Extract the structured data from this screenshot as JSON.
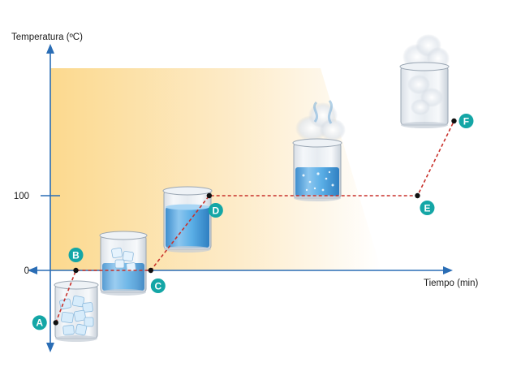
{
  "chart_data": {
    "type": "line",
    "xlabel": "Tiempo (min)",
    "ylabel": "Temperatura (ºC)",
    "y_ticks": [
      {
        "label": "0",
        "value": 0
      },
      {
        "label": "100",
        "value": 100
      }
    ],
    "points": [
      {
        "label": "A",
        "x": 0.0,
        "y": -70,
        "state": "hielo"
      },
      {
        "label": "B",
        "x": 0.55,
        "y": 0,
        "state": "hielo"
      },
      {
        "label": "C",
        "x": 2.6,
        "y": 0,
        "state": "hielo y agua"
      },
      {
        "label": "D",
        "x": 4.2,
        "y": 100,
        "state": "agua"
      },
      {
        "label": "E",
        "x": 9.9,
        "y": 100,
        "state": "agua hirviendo"
      },
      {
        "label": "F",
        "x": 10.9,
        "y": 200,
        "state": "vapor"
      }
    ],
    "xlim": [
      -0.15,
      11.8
    ],
    "ylim": [
      -105,
      290
    ],
    "line_style": "dashed",
    "colors": {
      "line": "#c8312b",
      "axis": "#2a6db5",
      "badge": "#14a6a6",
      "point": "#111111",
      "background_gradient": [
        "#fcd98e",
        "#ffffff"
      ]
    }
  }
}
